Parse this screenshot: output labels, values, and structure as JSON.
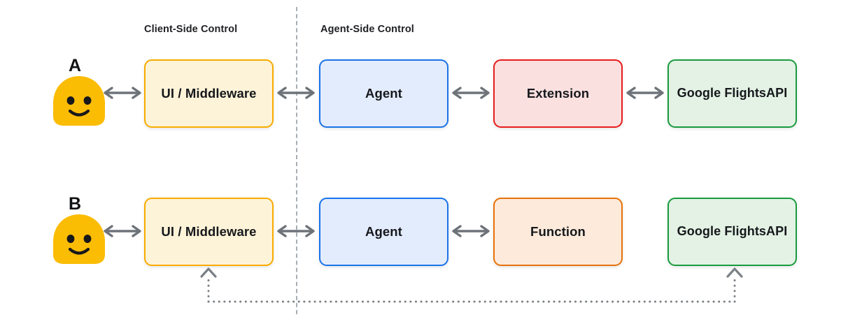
{
  "diagram": {
    "title_captions": {
      "client": "Client-Side Control",
      "agent": "Agent-Side Control"
    },
    "divider": {
      "name": "control-boundary",
      "style": "dashed",
      "color": "#9aa0a6"
    },
    "rows": [
      {
        "label": "A",
        "avatar": {
          "name": "user-blob-avatar",
          "color": "#fbbc04",
          "expression": "smiling"
        },
        "nodes": [
          {
            "id": "ui-middleware-a",
            "label": "UI / Middleware",
            "fill": "#fdf3d8",
            "border": "#f9ab00"
          },
          {
            "id": "agent-a",
            "label": "Agent",
            "fill": "#e3ecfd",
            "border": "#1a73e8"
          },
          {
            "id": "extension-a",
            "label": "Extension",
            "fill": "#fbe0e0",
            "border": "#ea1c1c"
          },
          {
            "id": "api-a",
            "label": "Google Flights API",
            "label_line1": "Google Flights",
            "label_line2": "API",
            "fill": "#e3f2e4",
            "border": "#199b3e"
          }
        ],
        "connectors": [
          "avatar-to-ui",
          "ui-to-agent",
          "agent-to-extension",
          "extension-to-api"
        ]
      },
      {
        "label": "B",
        "avatar": {
          "name": "user-blob-avatar",
          "color": "#fbbc04",
          "expression": "smiling"
        },
        "nodes": [
          {
            "id": "ui-middleware-b",
            "label": "UI / Middleware",
            "fill": "#fdf3d8",
            "border": "#f9ab00"
          },
          {
            "id": "agent-b",
            "label": "Agent",
            "fill": "#e3ecfd",
            "border": "#1a73e8"
          },
          {
            "id": "function-b",
            "label": "Function",
            "fill": "#fdeadb",
            "border": "#e8710a"
          },
          {
            "id": "api-b",
            "label": "Google Flights API",
            "label_line1": "Google Flights",
            "label_line2": "API",
            "fill": "#e3f2e4",
            "border": "#199b3e"
          }
        ],
        "connectors": [
          "avatar-to-ui",
          "ui-to-agent",
          "agent-to-function"
        ],
        "return_path": {
          "name": "client-side-api-call-return",
          "style": "dotted",
          "color": "#7b8085",
          "from": "api-b",
          "to": "ui-middleware-b",
          "arrowheads": "both-ends-up"
        }
      }
    ],
    "colors": {
      "background": "#ffffff",
      "arrow": "#6d7378",
      "text": "#202124"
    }
  }
}
